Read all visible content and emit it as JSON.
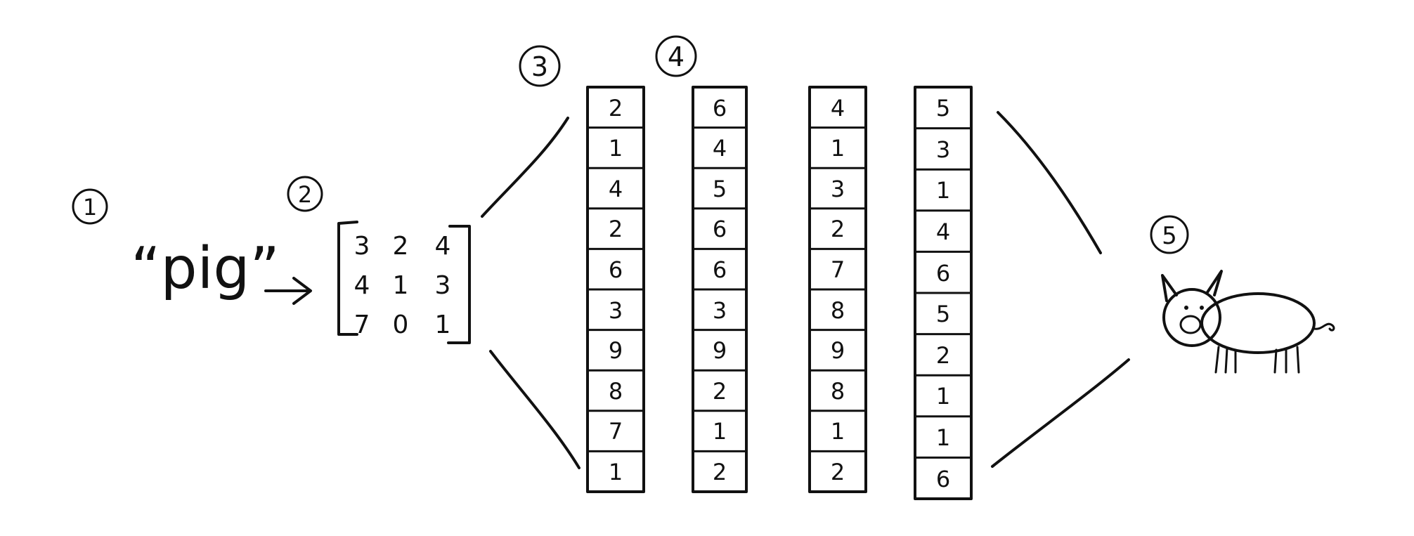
{
  "steps": [
    "1",
    "2",
    "3",
    "4",
    "5"
  ],
  "input_word": "“pig”",
  "matrix": [
    [
      "3",
      "2",
      "4"
    ],
    [
      "4",
      "1",
      "3"
    ],
    [
      "7",
      "0",
      "1"
    ]
  ],
  "columns": [
    {
      "values": [
        "2",
        "1",
        "4",
        "2",
        "6",
        "3",
        "9",
        "8",
        "7",
        "1"
      ]
    },
    {
      "values": [
        "6",
        "4",
        "5",
        "6",
        "6",
        "3",
        "9",
        "2",
        "1",
        "2"
      ]
    },
    {
      "values": [
        "4",
        "1",
        "3",
        "2",
        "7",
        "8",
        "9",
        "8",
        "1",
        "2"
      ]
    },
    {
      "values": [
        "5",
        "3",
        "1",
        "4",
        "6",
        "5",
        "2",
        "1",
        "1",
        "6"
      ]
    }
  ],
  "colors": {
    "ink": "#111111",
    "background": "#ffffff"
  }
}
